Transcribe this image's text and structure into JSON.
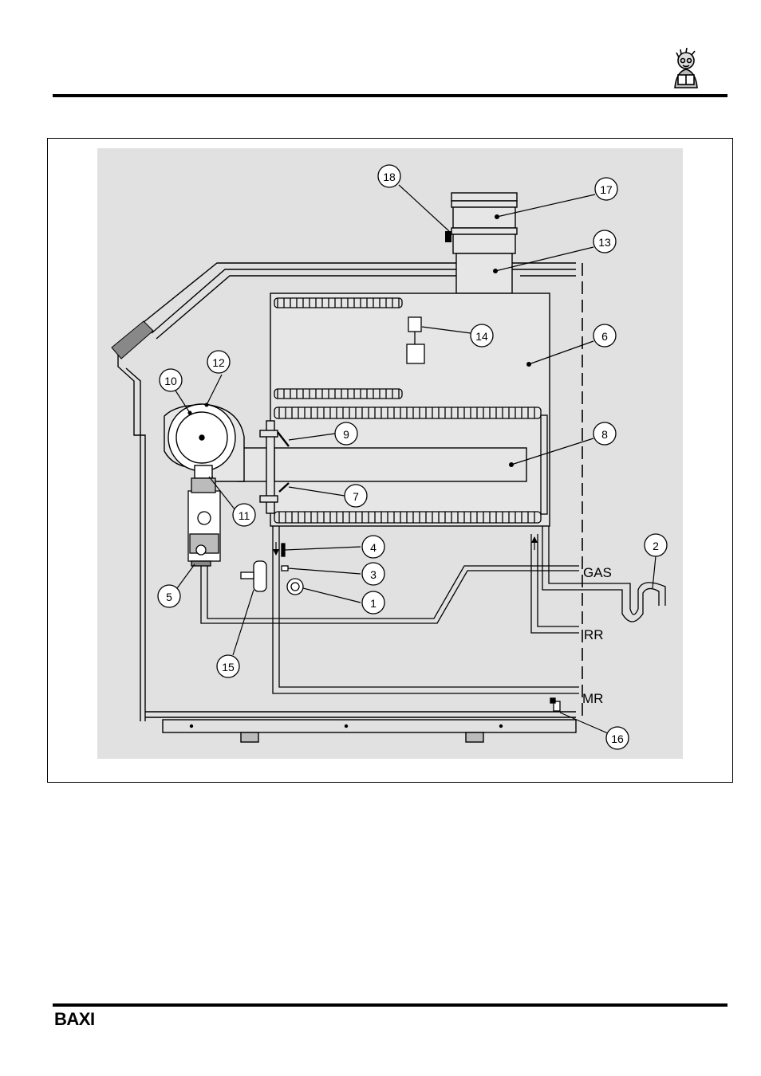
{
  "brand": {
    "name": "BAXI"
  },
  "diagram": {
    "callouts": [
      {
        "id": "c1",
        "label": "1"
      },
      {
        "id": "c2",
        "label": "2"
      },
      {
        "id": "c3",
        "label": "3"
      },
      {
        "id": "c4",
        "label": "4"
      },
      {
        "id": "c5",
        "label": "5"
      },
      {
        "id": "c6",
        "label": "6"
      },
      {
        "id": "c7",
        "label": "7"
      },
      {
        "id": "c8",
        "label": "8"
      },
      {
        "id": "c9",
        "label": "9"
      },
      {
        "id": "c10",
        "label": "10"
      },
      {
        "id": "c11",
        "label": "11"
      },
      {
        "id": "c12",
        "label": "12"
      },
      {
        "id": "c13",
        "label": "13"
      },
      {
        "id": "c14",
        "label": "14"
      },
      {
        "id": "c15",
        "label": "15"
      },
      {
        "id": "c16",
        "label": "16"
      },
      {
        "id": "c17",
        "label": "17"
      },
      {
        "id": "c18",
        "label": "18"
      }
    ],
    "connections": {
      "gas": "GAS",
      "rr": "RR",
      "mr": "MR"
    }
  }
}
